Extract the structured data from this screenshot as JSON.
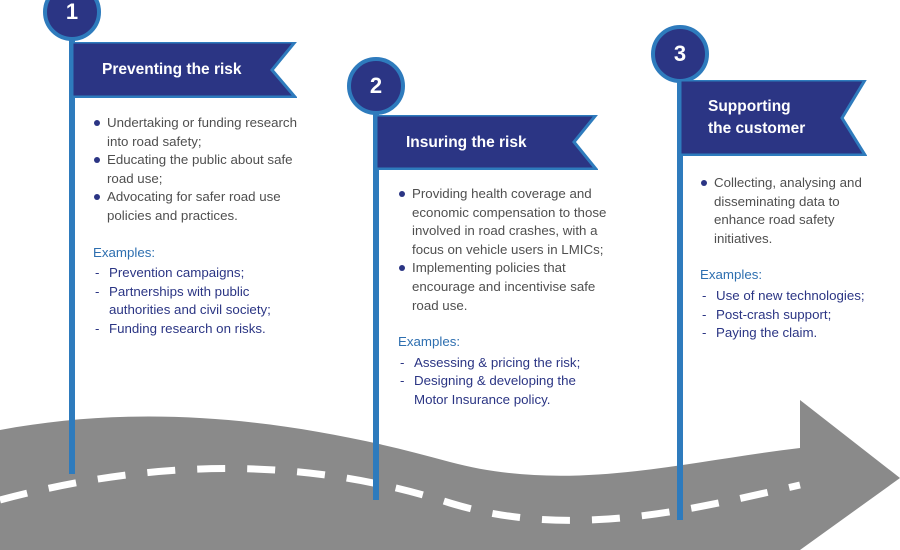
{
  "steps": [
    {
      "number": "1",
      "title": "Preventing the risk",
      "bullets": [
        "Undertaking or funding research into road safety;",
        "Educating the public about safe road use;",
        "Advocating for safer road use policies and practices."
      ],
      "examples_label": "Examples:",
      "examples": [
        "Prevention campaigns;",
        "Partnerships with public authorities and civil society;",
        "Funding research on risks."
      ]
    },
    {
      "number": "2",
      "title": "Insuring the risk",
      "bullets": [
        "Providing health coverage and economic compensation to those involved in road crashes, with a focus on vehicle users in LMICs;",
        "Implementing policies that encourage and incentivise safe road use."
      ],
      "examples_label": "Examples:",
      "examples": [
        "Assessing & pricing the risk;",
        "Designing & developing the Motor Insurance policy."
      ]
    },
    {
      "number": "3",
      "title": "Supporting\nthe customer",
      "bullets": [
        "Collecting, analysing and disseminating data to enhance road safety initiatives."
      ],
      "examples_label": "Examples:",
      "examples": [
        "Use of new technologies;",
        "Post-crash support;",
        "Paying the claim."
      ]
    }
  ],
  "colors": {
    "navy": "#2b3584",
    "blue": "#2e7bbd",
    "road": "#8a8a8a",
    "text": "#4f4f4f"
  }
}
